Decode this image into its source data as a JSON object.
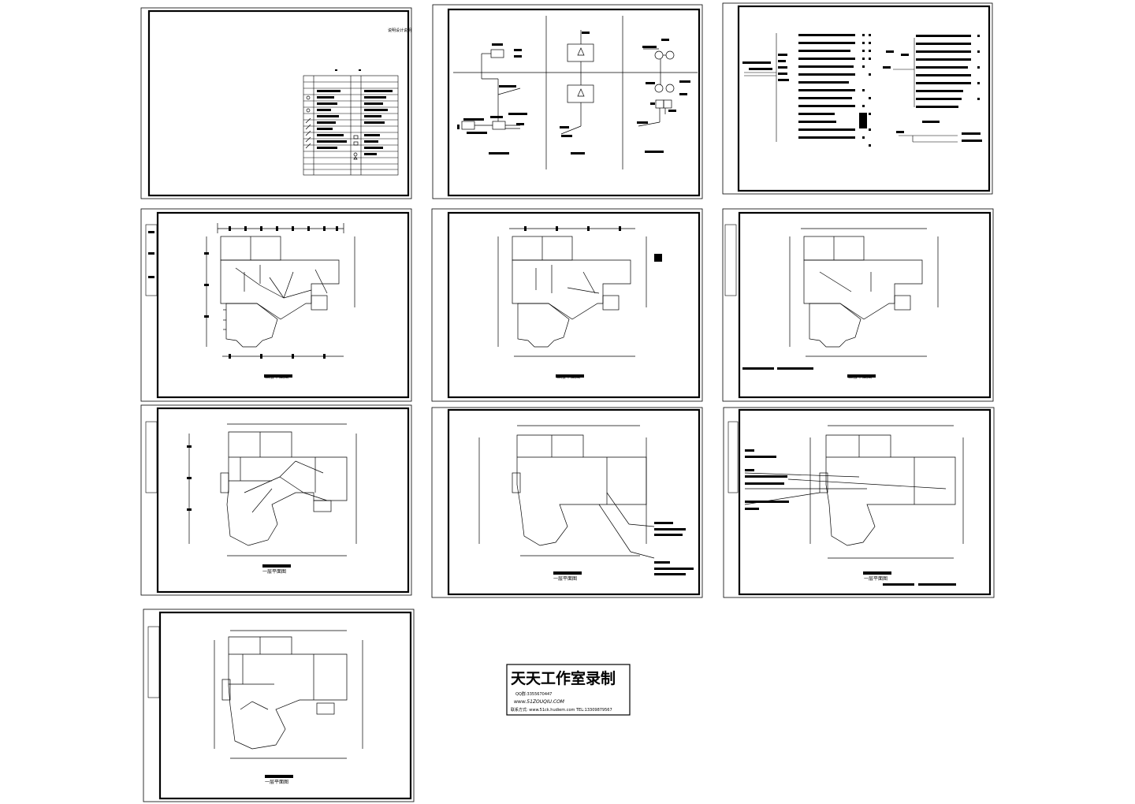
{
  "stamp": {
    "title": "天天工作室录制",
    "qq_line": "QQ群:3355670447",
    "web_line": "www.51ZOUQIU.COM",
    "contact_line": "联系方式: www.51ck.hudiem.com  TEL:13309879567"
  },
  "sheets": {
    "floor_caption_upper": "二层平面图",
    "floor_caption_lower": "一层平面图"
  }
}
